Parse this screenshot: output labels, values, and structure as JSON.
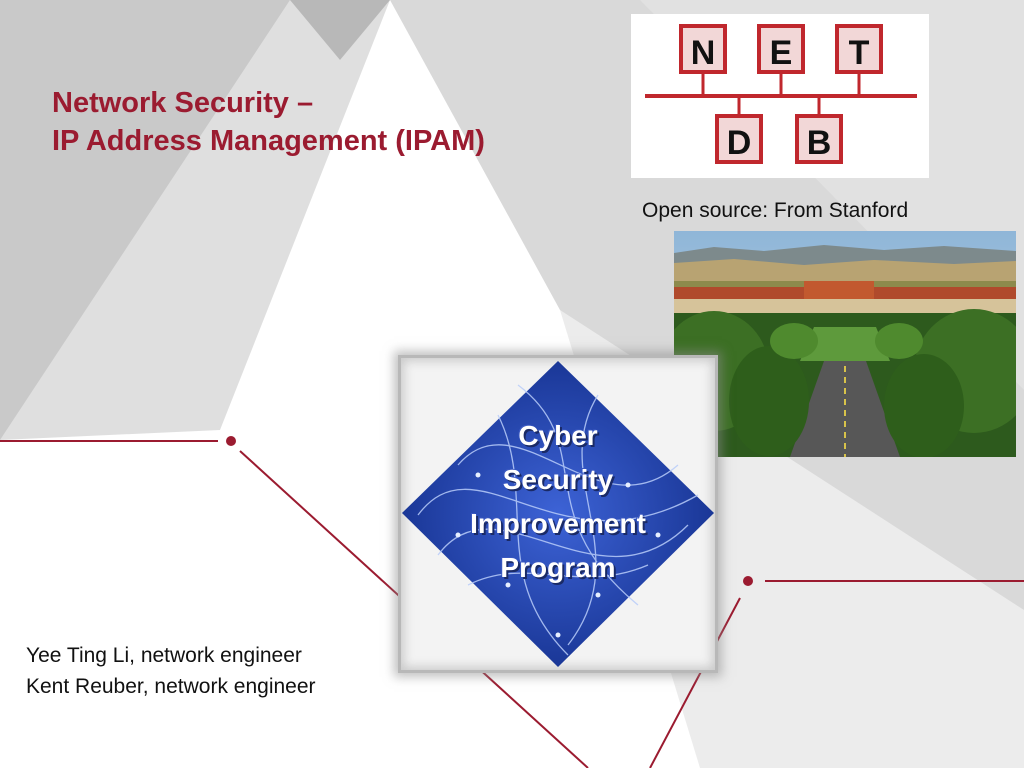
{
  "slide": {
    "title_line1": "Network Security –",
    "title_line2": "IP Address Management (IPAM)",
    "caption": "Open source: From Stanford",
    "authors": [
      "Yee Ting Li, network engineer",
      "Kent Reuber, network engineer"
    ]
  },
  "logo": {
    "top_letters": [
      "N",
      "E",
      "T"
    ],
    "bottom_letters": [
      "D",
      "B"
    ]
  },
  "badge": {
    "lines": [
      "Cyber",
      "Security",
      "Improvement",
      "Program"
    ]
  },
  "colors": {
    "accent": "#9b1b30",
    "logo_red": "#c0272d",
    "badge_blue": "#1f3fa6"
  }
}
